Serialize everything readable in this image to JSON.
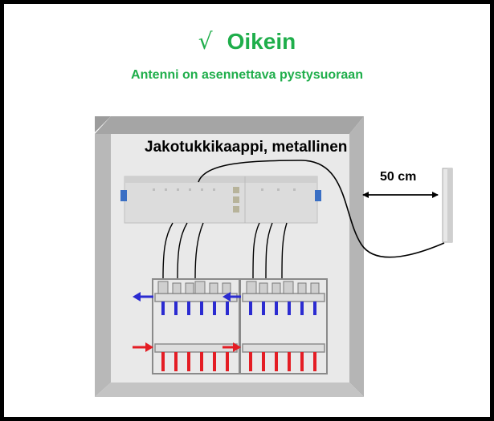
{
  "heading": {
    "check_symbol": "√",
    "text": "Oikein"
  },
  "subtitle": "Antenni on asennettava pystysuoraan",
  "cabinet_label": "Jakotukkikaappi, metallinen",
  "distance_label": "50 cm",
  "colors": {
    "heading_green": "#1fae4b",
    "supply_red": "#e41d24",
    "return_blue": "#1f3fd1",
    "cabinet_inner": "#e9e9e9",
    "cabinet_edge": "#a9a9a9"
  }
}
